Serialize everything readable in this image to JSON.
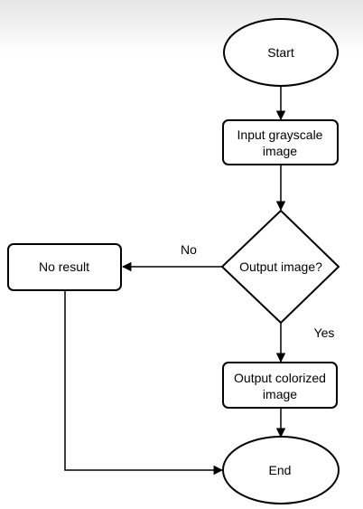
{
  "diagram": {
    "type": "flowchart",
    "nodes": {
      "start": {
        "label": "Start",
        "shape": "ellipse"
      },
      "input": {
        "line1": "Input grayscale",
        "line2": "image",
        "shape": "rounded-rect"
      },
      "decision": {
        "label": "Output image?",
        "shape": "diamond"
      },
      "no_result": {
        "label": "No result",
        "shape": "rounded-rect"
      },
      "output": {
        "line1": "Output colorized",
        "line2": "image",
        "shape": "rounded-rect"
      },
      "end": {
        "label": "End",
        "shape": "ellipse"
      }
    },
    "edges": {
      "no_label": "No",
      "yes_label": "Yes"
    },
    "colors": {
      "stroke": "#000000",
      "fill": "#ffffff",
      "text": "#000000"
    }
  }
}
